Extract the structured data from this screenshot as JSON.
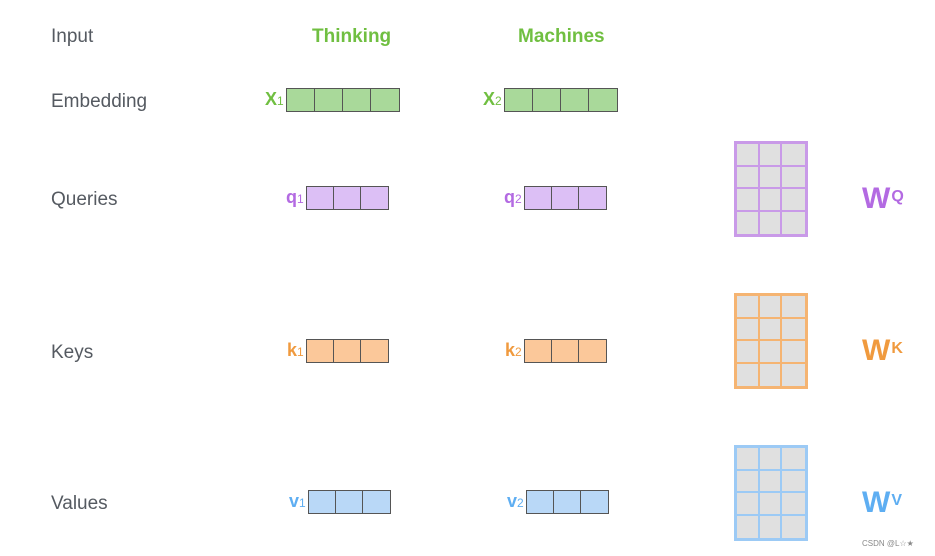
{
  "rows": {
    "input": "Input",
    "embedding": "Embedding",
    "queries": "Queries",
    "keys": "Keys",
    "values": "Values"
  },
  "words": [
    "Thinking",
    "Machines"
  ],
  "embeddings": [
    {
      "letter": "X",
      "sub": "1"
    },
    {
      "letter": "X",
      "sub": "2"
    }
  ],
  "queries": [
    {
      "letter": "q",
      "sub": "1"
    },
    {
      "letter": "q",
      "sub": "2"
    }
  ],
  "keys": [
    {
      "letter": "k",
      "sub": "1"
    },
    {
      "letter": "k",
      "sub": "2"
    }
  ],
  "values": [
    {
      "letter": "v",
      "sub": "1"
    },
    {
      "letter": "v",
      "sub": "2"
    }
  ],
  "weights": {
    "q": {
      "letter": "W",
      "sup": "Q"
    },
    "k": {
      "letter": "W",
      "sup": "K"
    },
    "v": {
      "letter": "W",
      "sup": "V"
    }
  },
  "colors": {
    "green": "#70bf41",
    "green_fill": "#a9d99a",
    "purple": "#b36ae2",
    "purple_fill": "#dcbff5",
    "orange": "#f09a3e",
    "orange_fill": "#fbc89a",
    "blue": "#5eaef2",
    "blue_fill": "#b9d8f7",
    "matrix_fill": "#e0e0e0"
  },
  "watermark": "CSDN @L☆★"
}
